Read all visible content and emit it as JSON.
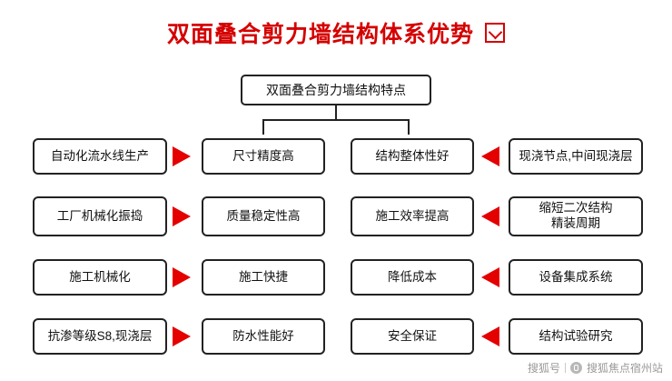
{
  "title": {
    "text": "双面叠合剪力墙结构体系优势",
    "badge_icon": "check-box-icon",
    "color": "#d50000"
  },
  "root": {
    "label": "双面叠合剪力墙结构特点"
  },
  "columns": {
    "left_outer": [
      "自动化流水线生产",
      "工厂机械化振捣",
      "施工机械化",
      "抗渗等级S8,现浇层"
    ],
    "left_inner": [
      "尺寸精度高",
      "质量稳定性高",
      "施工快捷",
      "防水性能好"
    ],
    "right_inner": [
      "结构整体性好",
      "施工效率提高",
      "降低成本",
      "安全保证"
    ],
    "right_outer": [
      "现浇节点,中间现浇层",
      "缩短二次结构\n精装周期",
      "设备集成系统",
      "结构试验研究"
    ]
  },
  "arrows": {
    "right_icon": "arrow-right-icon",
    "left_icon": "arrow-left-icon",
    "color": "#e50000"
  },
  "watermark": {
    "brand": "搜狐号",
    "account": "搜狐焦点宿州站",
    "logo_icon": "sohu-logo-icon"
  }
}
